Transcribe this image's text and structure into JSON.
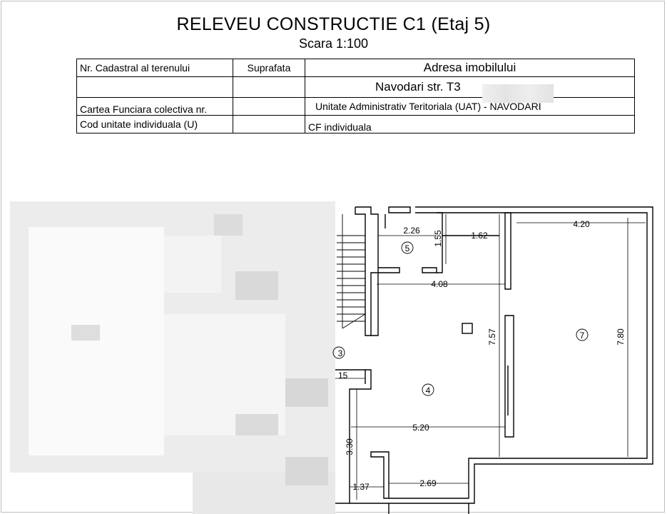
{
  "header": {
    "title": "RELEVEU CONSTRUCTIE C1 (Etaj 5)",
    "scale": "Scara 1:100"
  },
  "info_table": {
    "r1": {
      "c1": "Nr. Cadastral al terenului",
      "c2": "Suprafata",
      "c3": "Adresa imobilului"
    },
    "r2": {
      "c3": "Navodari str. T3"
    },
    "r3": {
      "c1": "Cartea Funciara colectiva nr.",
      "c3": "Unitate Administrativ Teritoriala (UAT) - NAVODARI"
    },
    "r4": {
      "c1": "Cod unitate individuala (U)",
      "c3": "CF individuala"
    }
  },
  "plan": {
    "dimensions": [
      "2.26",
      "1.55",
      "1.62",
      "4.20",
      "4.08",
      "7.57",
      "7.80",
      "15",
      "5.20",
      "3.30",
      "1.37",
      "2.69"
    ],
    "rooms": [
      "5",
      "7",
      "3",
      "4"
    ]
  }
}
